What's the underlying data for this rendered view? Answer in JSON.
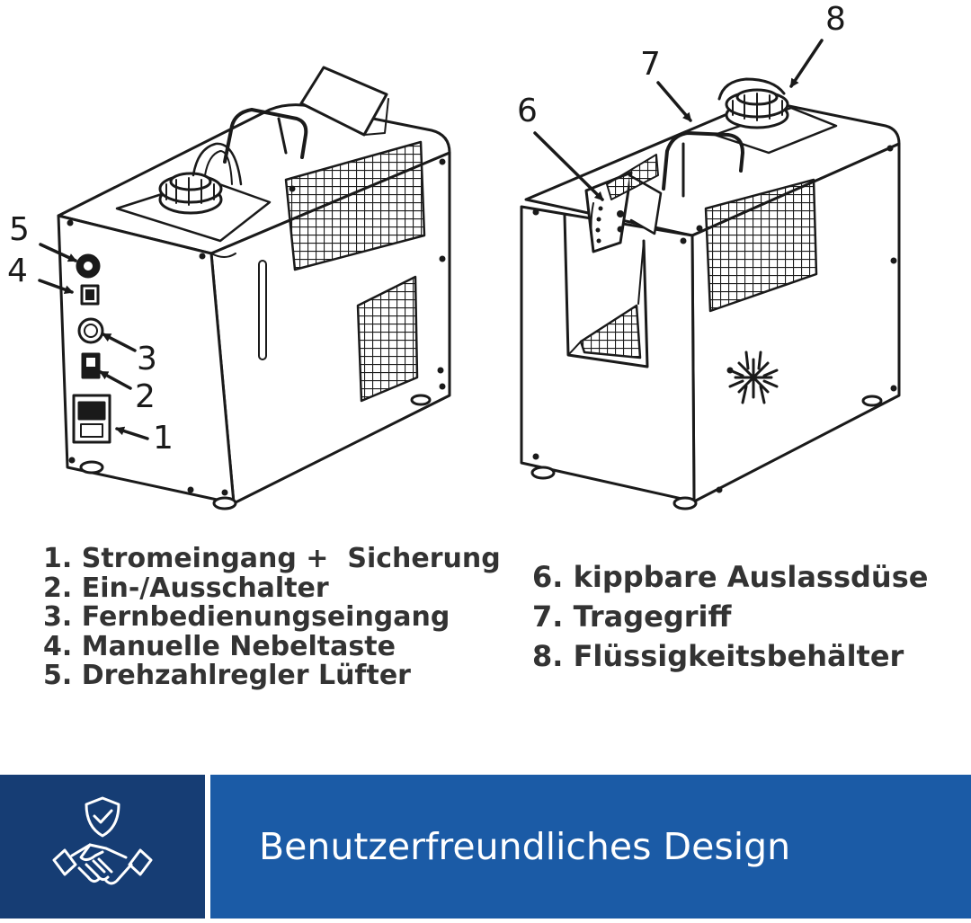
{
  "callouts": [
    "1",
    "2",
    "3",
    "4",
    "5",
    "6",
    "7",
    "8"
  ],
  "legend_left": [
    "1. Stromeingang +  Sicherung",
    "2. Ein-/Ausschalter",
    "3. Fernbedienungseingang",
    "4. Manuelle Nebeltaste",
    "5. Drehzahlregler Lüfter"
  ],
  "legend_right": [
    "6. kippbare Auslassdüse",
    "7. Tragegriff",
    "8. Flüssigkeitsbehälter"
  ],
  "banner": {
    "text": "Benutzerfreundliches Design",
    "icon": "handshake-shield-icon",
    "colors": {
      "icon_bg": "#163d74",
      "text_bg": "#1b5ba6",
      "text": "#ffffff"
    }
  }
}
